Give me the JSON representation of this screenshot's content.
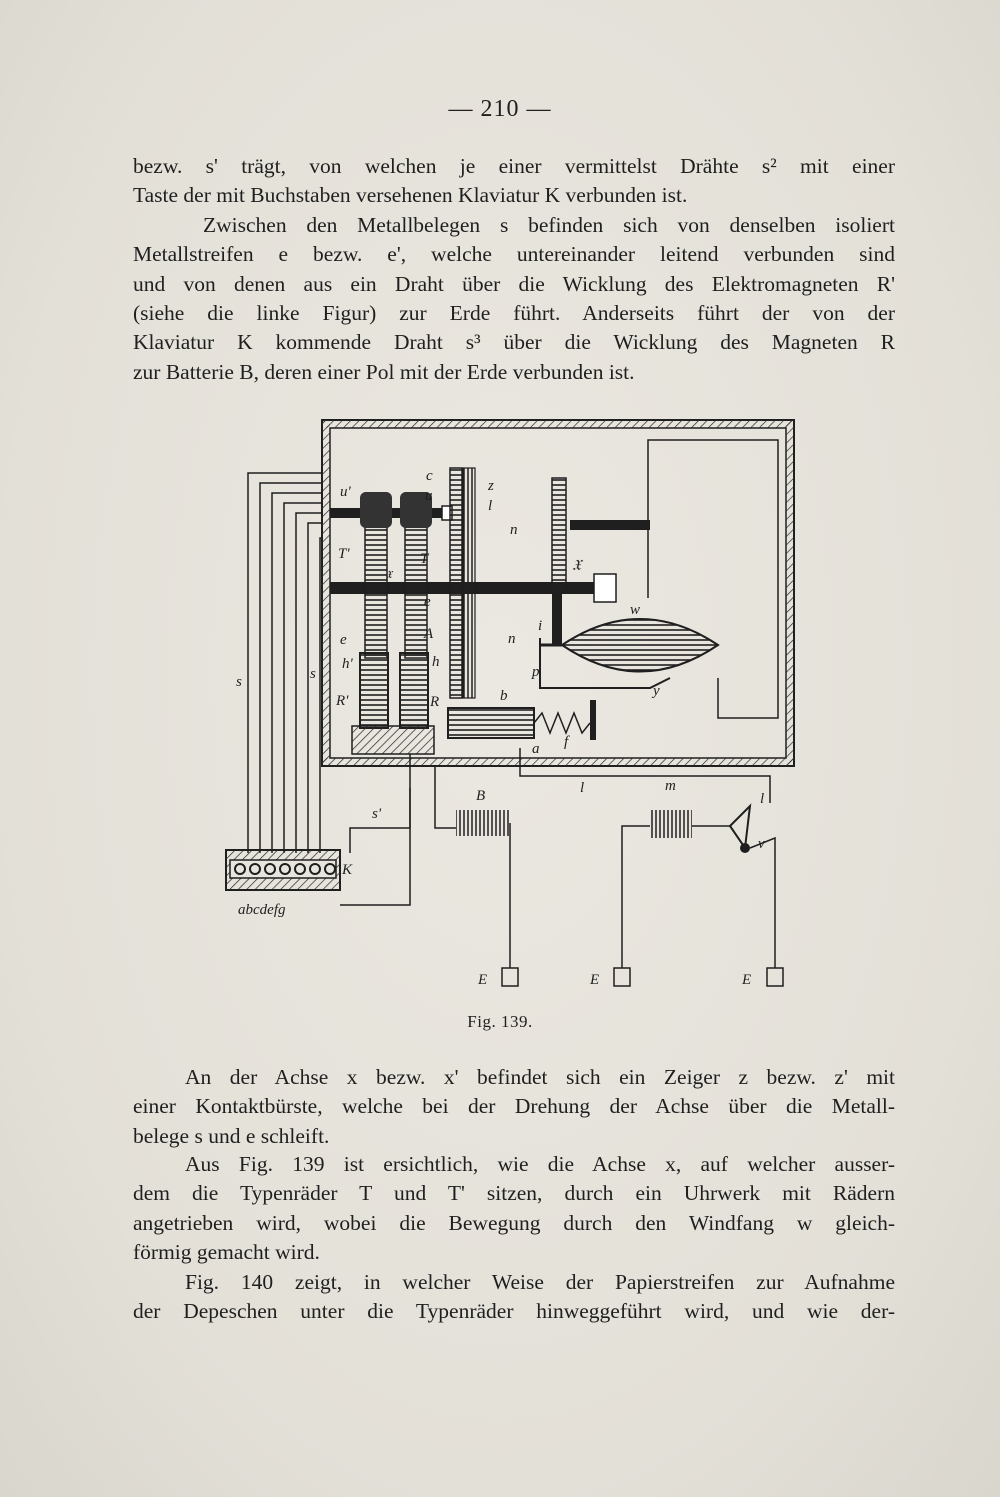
{
  "page_number": "— 210 —",
  "paragraph1": [
    "bezw. s' trägt, von welchen je einer vermittelst Drähte s² mit einer",
    "Taste der mit Buchstaben versehenen Klaviatur K verbunden ist.",
    "Zwischen den Metallbelegen s befinden sich von denselben isoliert",
    "Metallstreifen e bezw. e', welche untereinander leitend verbunden sind",
    "und von denen aus ein Draht über die Wicklung des Elektromagneten R'",
    "(siehe die linke Figur) zur Erde führt. Anderseits führt der von der",
    "Klaviatur K kommende Draht s³ über die Wicklung des Magneten R",
    "zur Batterie B, deren einer Pol mit der Erde verbunden ist."
  ],
  "figure": {
    "caption": "Fig. 139.",
    "labels": {
      "u1": "u'",
      "u": "u",
      "c": "c",
      "z": "z",
      "l1": "l",
      "n": "n",
      "T1": "T'",
      "T": "T",
      "x1": "𝔵",
      "X": "𝔛",
      "w": "w",
      "e": "e",
      "A": "A",
      "e1": "e",
      "h1": "h'",
      "h": "h",
      "n1": "n",
      "i": "i",
      "p": "p",
      "y": "y",
      "s": "s",
      "s_small": "s",
      "R1": "R'",
      "R": "R",
      "b": "b",
      "a": "a",
      "f": "f",
      "s1": "s'",
      "B": "B",
      "l2": "l",
      "m": "m",
      "l3": "l",
      "v": "v",
      "K": "K",
      "keys": "abcdefg",
      "E": "E"
    }
  },
  "paragraph2": [
    "An der Achse x bezw. x' befindet sich ein Zeiger z bezw. z' mit",
    "einer Kontaktbürste, welche bei der Drehung der Achse über die Metall-",
    "belege s und e schleift."
  ],
  "paragraph3": [
    "Aus Fig. 139 ist ersichtlich, wie die Achse x, auf welcher ausser-",
    "dem die Typenräder T und T' sitzen, durch ein Uhrwerk mit Rädern",
    "angetrieben wird, wobei die Bewegung durch den Windfang w gleich-",
    "förmig gemacht wird."
  ],
  "paragraph4": [
    "Fig. 140 zeigt, in welcher Weise der Papierstreifen zur Aufnahme",
    "der Depeschen unter die Typenräder hinweggeführt wird, und wie der-"
  ]
}
